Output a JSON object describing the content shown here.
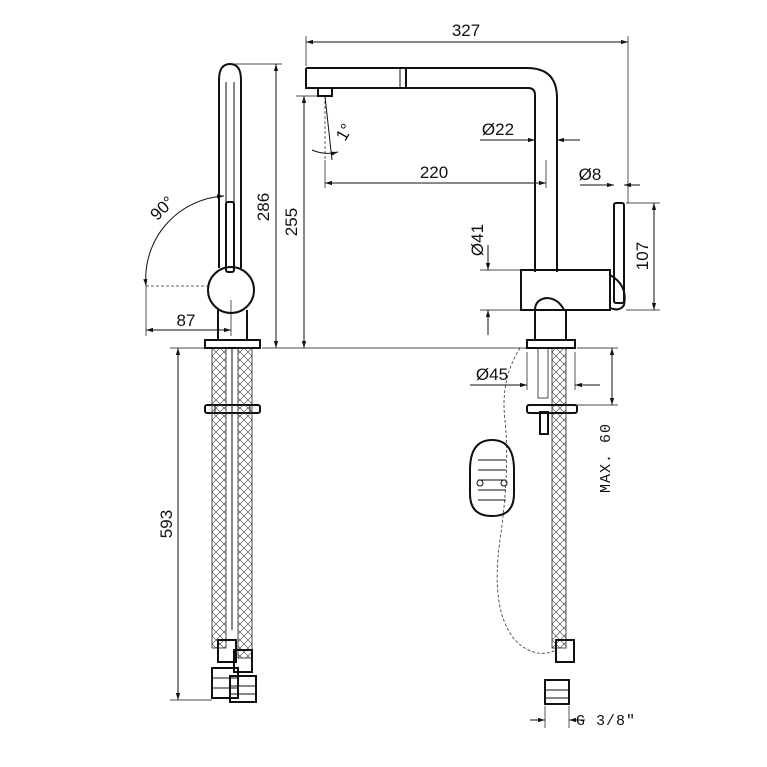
{
  "dimensions": {
    "reach_total": "327",
    "spout_diameter": "Ø22",
    "reach_spout": "220",
    "lever_diameter": "Ø8",
    "body_diameter": "Ø41",
    "lever_height": "107",
    "angle_spout": "1°",
    "angle_rotation": "90°",
    "height_total": "286",
    "height_outlet": "255",
    "depth_lever": "87",
    "hose_length": "593",
    "base_diameter": "Ø45",
    "max_deck_thickness": "MAX. 60",
    "thread": "G 3/8\""
  }
}
